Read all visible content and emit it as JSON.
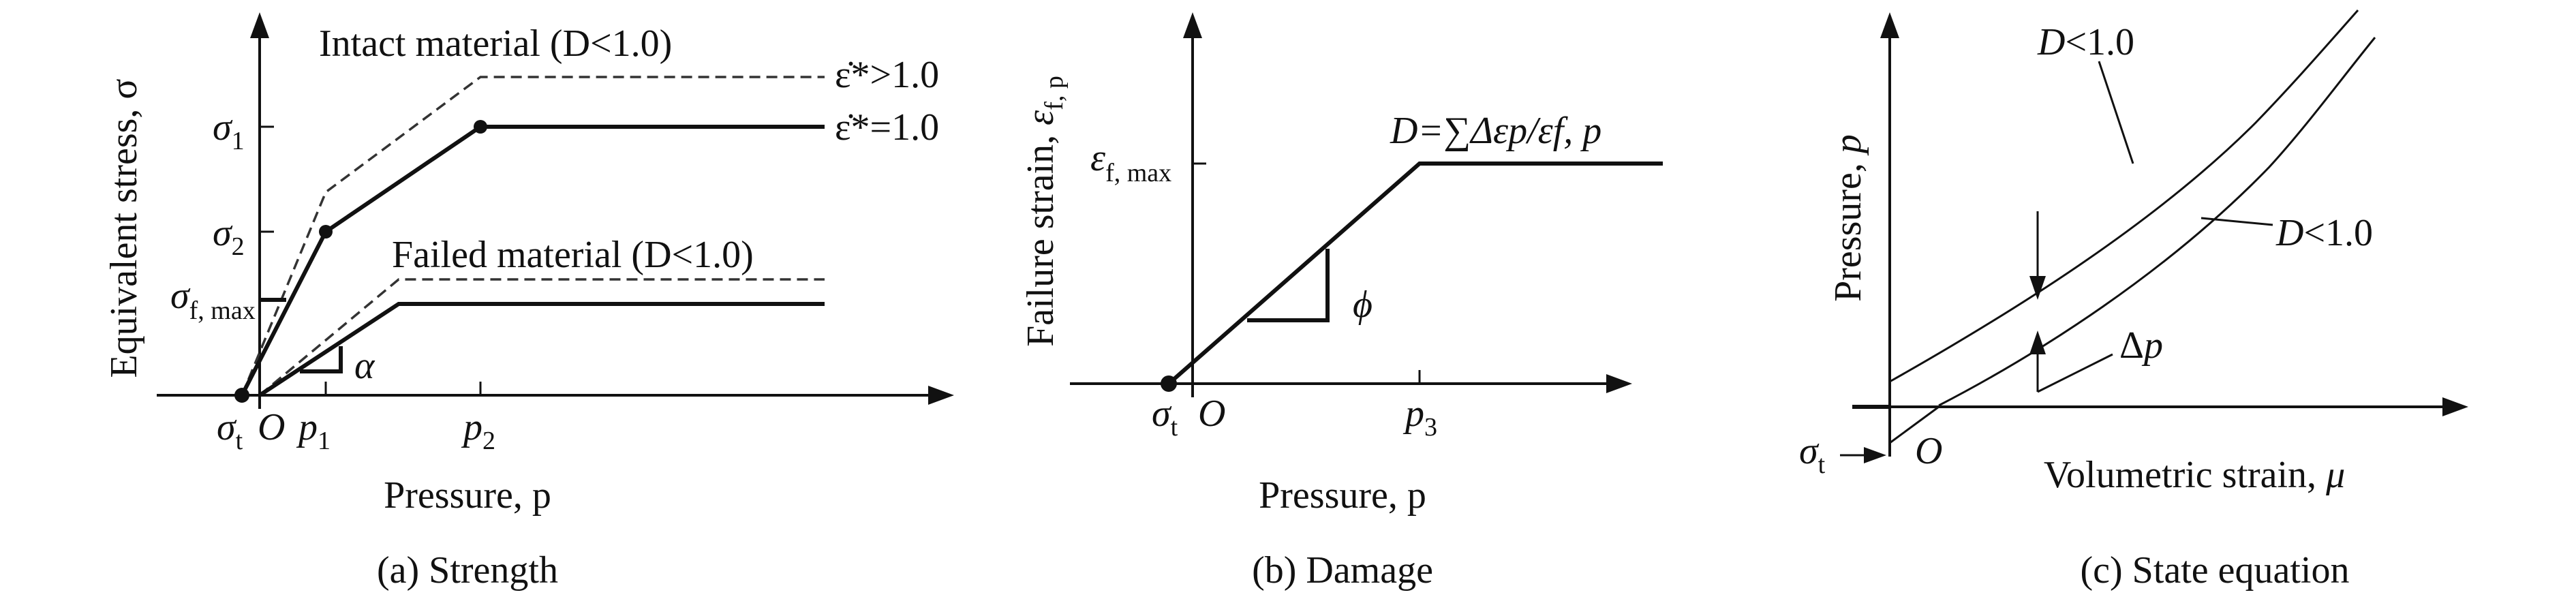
{
  "panel_a": {
    "caption": "(a) Strength",
    "ylabel": "Equivalent stress, σ",
    "xlabel": "Pressure, p",
    "intact_label": "Intact material (D<1.0)",
    "failed_label": "Failed material (D<1.0)",
    "rate_gt": "ε̇*>1.0",
    "rate_eq": "ε̇*=1.0",
    "y_ticks": [
      "σ1",
      "σ2",
      "σf, max"
    ],
    "x_ticks": [
      "σt",
      "O",
      "p1",
      "p2"
    ],
    "slope_label": "α"
  },
  "panel_b": {
    "caption": "(b) Damage",
    "ylabel": "Failure strain, εf, p",
    "xlabel": "Pressure, p",
    "formula": "D=∑Δεp/εf, p",
    "y_tick": "εf, max",
    "x_ticks": [
      "σt",
      "O",
      "p3"
    ],
    "slope_label": "ϕ"
  },
  "panel_c": {
    "caption": "(c) State equation",
    "ylabel": "Pressure, p",
    "xlabel": "Volumetric strain, μ",
    "upper_curve_label": "D<1.0",
    "lower_curve_label": "D<1.0",
    "delta_label": "Δp",
    "origin_label": "O",
    "tension_label": "σt"
  }
}
